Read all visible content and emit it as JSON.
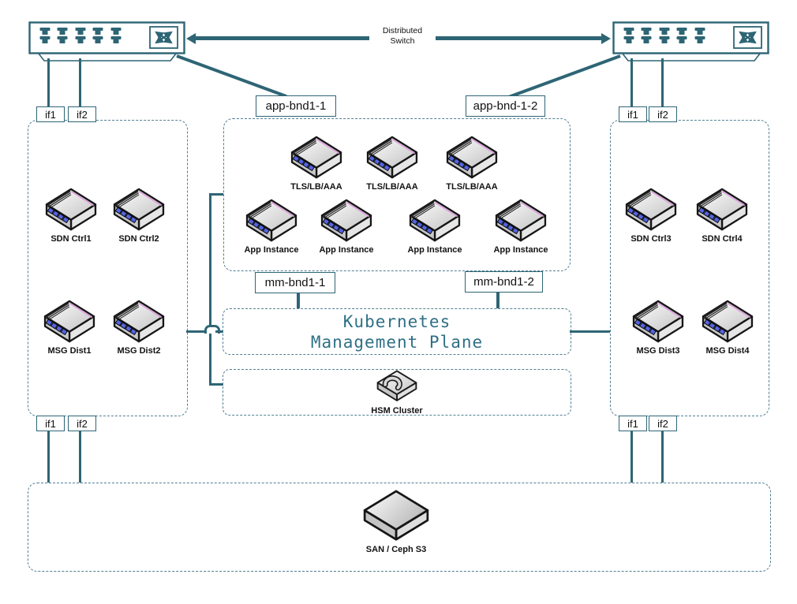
{
  "colors": {
    "line": "#2e6575",
    "dashed_border": "#527f93",
    "mgmt_text": "#2f7086",
    "led_blue": "#5464e0",
    "accent_pink": "#e09ae0"
  },
  "top_bar": {
    "distributed_switch_line1": "Distributed",
    "distributed_switch_line2": "Switch"
  },
  "interfaces": {
    "left_top": [
      "if1",
      "if2"
    ],
    "left_bottom": [
      "if1",
      "if2"
    ],
    "right_top": [
      "if1",
      "if2"
    ],
    "right_bottom": [
      "if1",
      "if2"
    ]
  },
  "bonds": {
    "app_left": "app-bnd1-1",
    "app_right": "app-bnd-1-2",
    "mm_left": "mm-bnd1-1",
    "mm_right": "mm-bnd1-2"
  },
  "left_zone": {
    "devices": [
      "SDN Ctrl1",
      "SDN Ctrl2",
      "MSG Dist1",
      "MSG Dist2"
    ]
  },
  "right_zone": {
    "devices": [
      "SDN Ctrl3",
      "SDN Ctrl4",
      "MSG Dist3",
      "MSG Dist4"
    ]
  },
  "app_zone": {
    "tls_nodes": [
      "TLS/LB/AAA",
      "TLS/LB/AAA",
      "TLS/LB/AAA"
    ],
    "app_nodes": [
      "App Instance",
      "App Instance",
      "App Instance",
      "App Instance"
    ]
  },
  "mgmt_zone": {
    "line1": "Kubernetes",
    "line2": "Management Plane"
  },
  "hsm_zone": {
    "label": "HSM Cluster"
  },
  "storage_zone": {
    "label": "SAN / Ceph S3"
  }
}
